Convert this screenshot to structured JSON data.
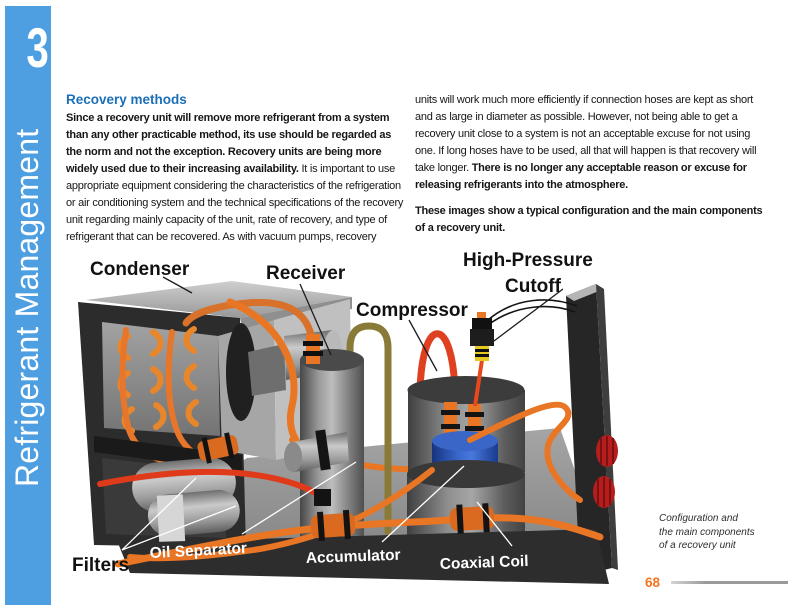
{
  "sidebar": {
    "chapter_number": "3",
    "chapter_title": "Refrigerant Management"
  },
  "article": {
    "heading": "Recovery methods",
    "col_left": {
      "bold_intro": "Since a recovery unit will remove more refrigerant from a system than any other practicable method, its use should be regarded as the norm and not the exception. Recovery units are being more widely used due to their increasing availability.",
      "regular": " It is important to use appropriate equipment considering the characteristics of the refrigeration or air conditioning system and the technical specifications of the recovery unit regarding mainly capacity of the unit, rate of recovery, and type of refrigerant that can be recovered. As with vacuum pumps, recovery"
    },
    "col_right": {
      "p1_regular": "units will work much more efficiently if connection hoses are kept as short and as large in diameter as possible. However, not being able to get a recovery unit close to a system is not an acceptable excuse for not using one. If long hoses have to be used, all that will happen is that recovery will take longer. ",
      "p1_bold": "There is no longer any acceptable reason or excuse for releasing refrigerants into the atmosphere.",
      "p2_bold": "These images show a typical configuration and the main components of a recovery unit."
    }
  },
  "diagram": {
    "labels": {
      "condenser": "Condenser",
      "receiver": "Receiver",
      "compressor": "Compressor",
      "high_pressure_line1": "High-Pressure",
      "high_pressure_line2": "Cutoff",
      "filters": "Filters",
      "oil_separator": "Oil Separator",
      "accumulator": "Accumulator",
      "coaxial_coil": "Coaxial Coil"
    }
  },
  "caption": {
    "lines": [
      "Configuration and",
      "the main components",
      "of a recovery unit"
    ]
  },
  "footer": {
    "page_number": "68"
  },
  "colors": {
    "sidebar_blue": "#4d9fe2",
    "heading_blue": "#1b6fb8",
    "page_number_orange": "#f47420",
    "tube_orange": "#e87624",
    "tube_red": "#df4120"
  }
}
